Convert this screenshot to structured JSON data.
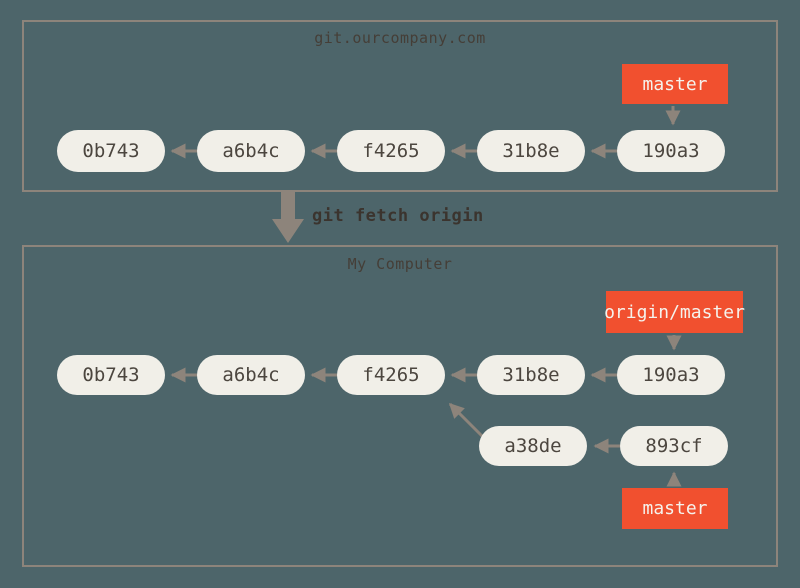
{
  "colors": {
    "background": "#4d656a",
    "box_border": "#8d847b",
    "arrow": "#8d847b",
    "node_fill": "#f1efe8",
    "node_text": "#4c463f",
    "branch_fill": "#f1502f",
    "branch_text": "#f5f2ec",
    "title_text": "#453e37",
    "command_text": "#3b342e"
  },
  "server_box": {
    "title": "git.ourcompany.com",
    "branch_label": "master",
    "commits": [
      "0b743",
      "a6b4c",
      "f4265",
      "31b8e",
      "190a3"
    ]
  },
  "fetch": {
    "command": "git fetch origin"
  },
  "local_box": {
    "title": "My Computer",
    "remote_branch_label": "origin/master",
    "branch_label": "master",
    "commits": [
      "0b743",
      "a6b4c",
      "f4265",
      "31b8e",
      "190a3"
    ],
    "local_commits": [
      "a38de",
      "893cf"
    ]
  }
}
